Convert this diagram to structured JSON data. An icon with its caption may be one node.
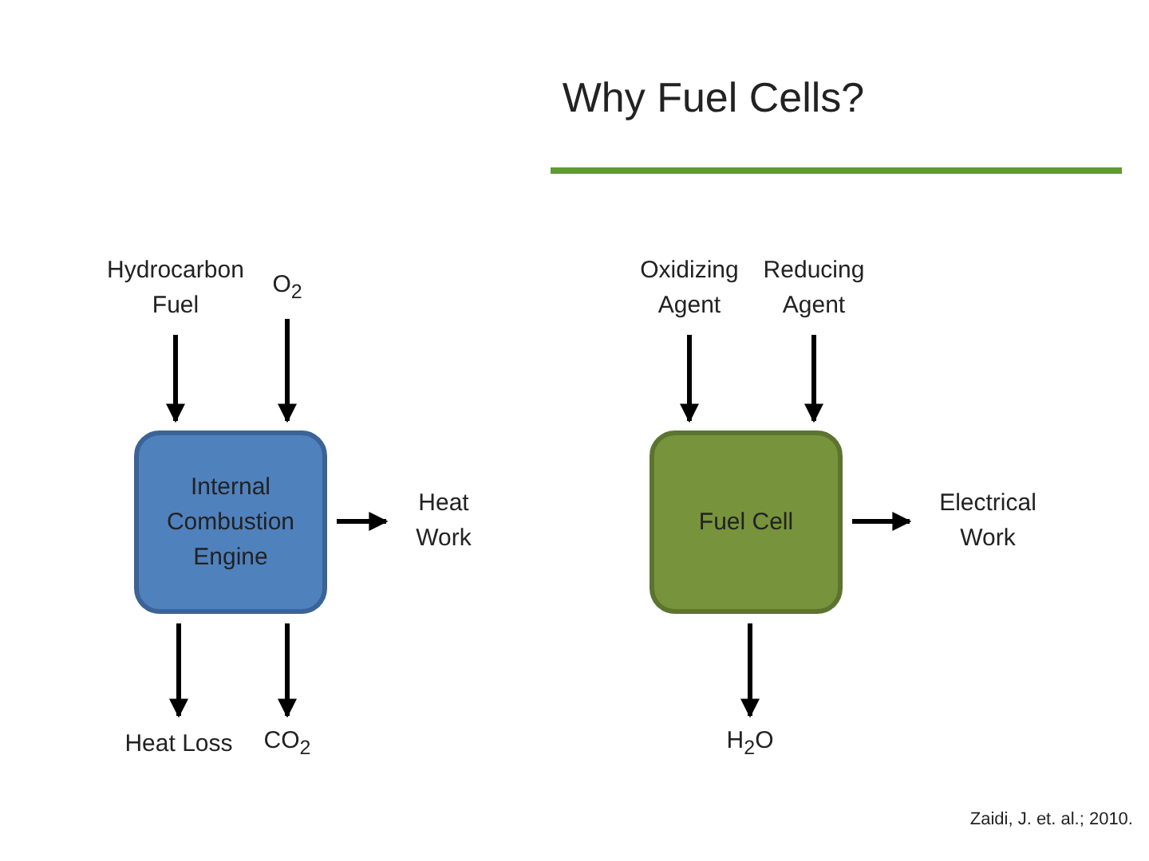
{
  "diagram": {
    "title": "Why Fuel Cells?",
    "nodes": [
      {
        "text": [
          "Hydrocarbon Fuel"
        ]
      },
      {
        "text": [
          "O$_{2}$"
        ]
      },
      {
        "text": [
          "Internal Combustion Engine"
        ]
      },
      {
        "text": [
          "Heat Work"
        ]
      },
      {
        "text": [
          "Heat Loss"
        ]
      },
      {
        "text": [
          "CO$_{2}$"
        ]
      },
      {
        "text": [
          "Oxidizing Agent"
        ]
      },
      {
        "text": [
          "Reducing Agent"
        ]
      },
      {
        "text": [
          "Fuel Cell"
        ]
      },
      {
        "text": [
          "Electrical Work"
        ]
      },
      {
        "text": [
          "H$_{2}$O"
        ]
      }
    ],
    "edges": [
      {
        "from": 0,
        "to": 2,
        "arrow": "to"
      },
      {
        "from": 1,
        "to": 2,
        "arrow": "to"
      },
      {
        "from": 2,
        "to": 3,
        "arrow": "to"
      },
      {
        "from": 2,
        "to": 4,
        "arrow": "to"
      },
      {
        "from": 2,
        "to": 5,
        "arrow": "to"
      },
      {
        "from": 6,
        "to": 8,
        "arrow": "to"
      },
      {
        "from": 7,
        "to": 8,
        "arrow": "to"
      },
      {
        "from": 8,
        "to": 9,
        "arrow": "to"
      },
      {
        "from": 8,
        "to": 10,
        "arrow": "to"
      }
    ],
    "labels": [
      "Zaidi, J. et. al.; 2010."
    ]
  }
}
